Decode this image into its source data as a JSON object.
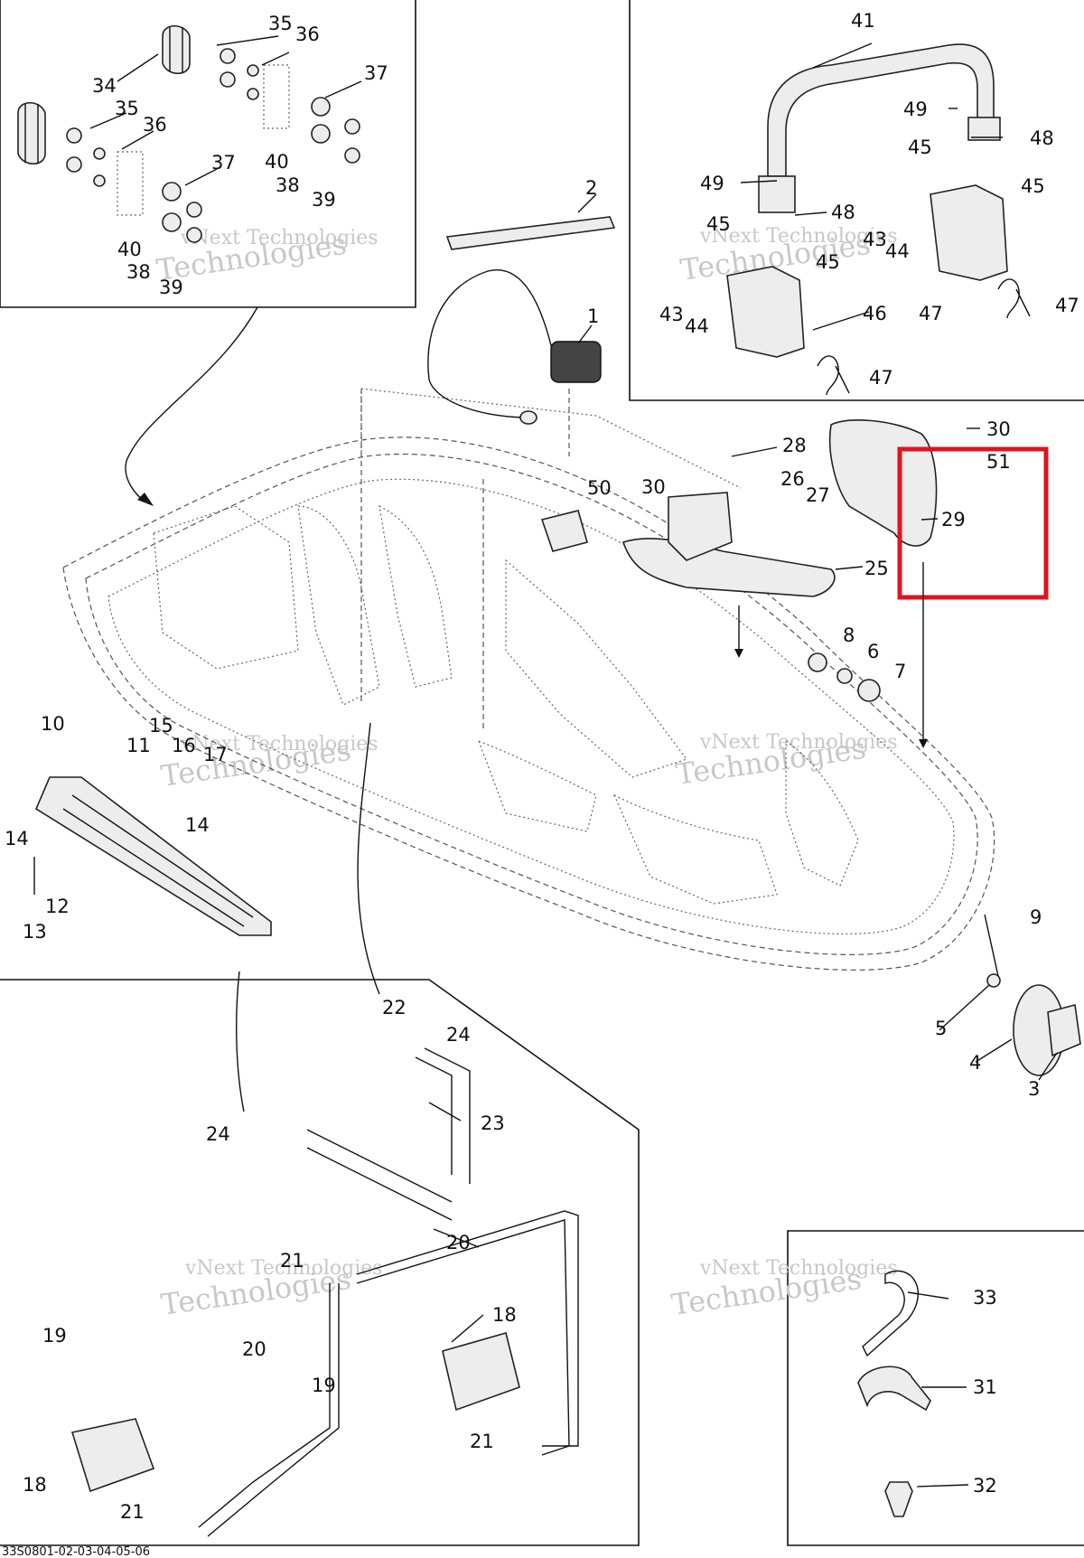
{
  "diagram_code": "33S0801-02-03-04-05-06",
  "watermark": {
    "line1": "vNext Technologies",
    "line2": "Technologies"
  },
  "highlight_color": "#e0141e",
  "callouts": {
    "c1": "1",
    "c2": "2",
    "c3": "3",
    "c4": "4",
    "c5": "5",
    "c6": "6",
    "c7": "7",
    "c8": "8",
    "c9": "9",
    "c10": "10",
    "c11": "11",
    "c12": "12",
    "c13": "13",
    "c14a": "14",
    "c14b": "14",
    "c15": "15",
    "c16": "16",
    "c17": "17",
    "c18a": "18",
    "c18b": "18",
    "c19a": "19",
    "c19b": "19",
    "c20a": "20",
    "c20b": "20",
    "c21a": "21",
    "c21b": "21",
    "c21c": "21",
    "c22": "22",
    "c23": "23",
    "c24a": "24",
    "c24b": "24",
    "c25": "25",
    "c26": "26",
    "c27": "27",
    "c28": "28",
    "c29": "29",
    "c30a": "30",
    "c30b": "30",
    "c31": "31",
    "c32": "32",
    "c33": "33",
    "c34": "34",
    "c35a": "35",
    "c35b": "35",
    "c36a": "36",
    "c36b": "36",
    "c37a": "37",
    "c37b": "37",
    "c38a": "38",
    "c38b": "38",
    "c39a": "39",
    "c39b": "39",
    "c40a": "40",
    "c40b": "40",
    "c41": "41",
    "c43a": "43",
    "c43b": "43",
    "c44a": "44",
    "c44b": "44",
    "c45a": "45",
    "c45b": "45",
    "c45c": "45",
    "c45d": "45",
    "c46": "46",
    "c47a": "47",
    "c47b": "47",
    "c47c": "47",
    "c48a": "48",
    "c48b": "48",
    "c49a": "49",
    "c49b": "49",
    "c50": "50",
    "c51": "51"
  }
}
